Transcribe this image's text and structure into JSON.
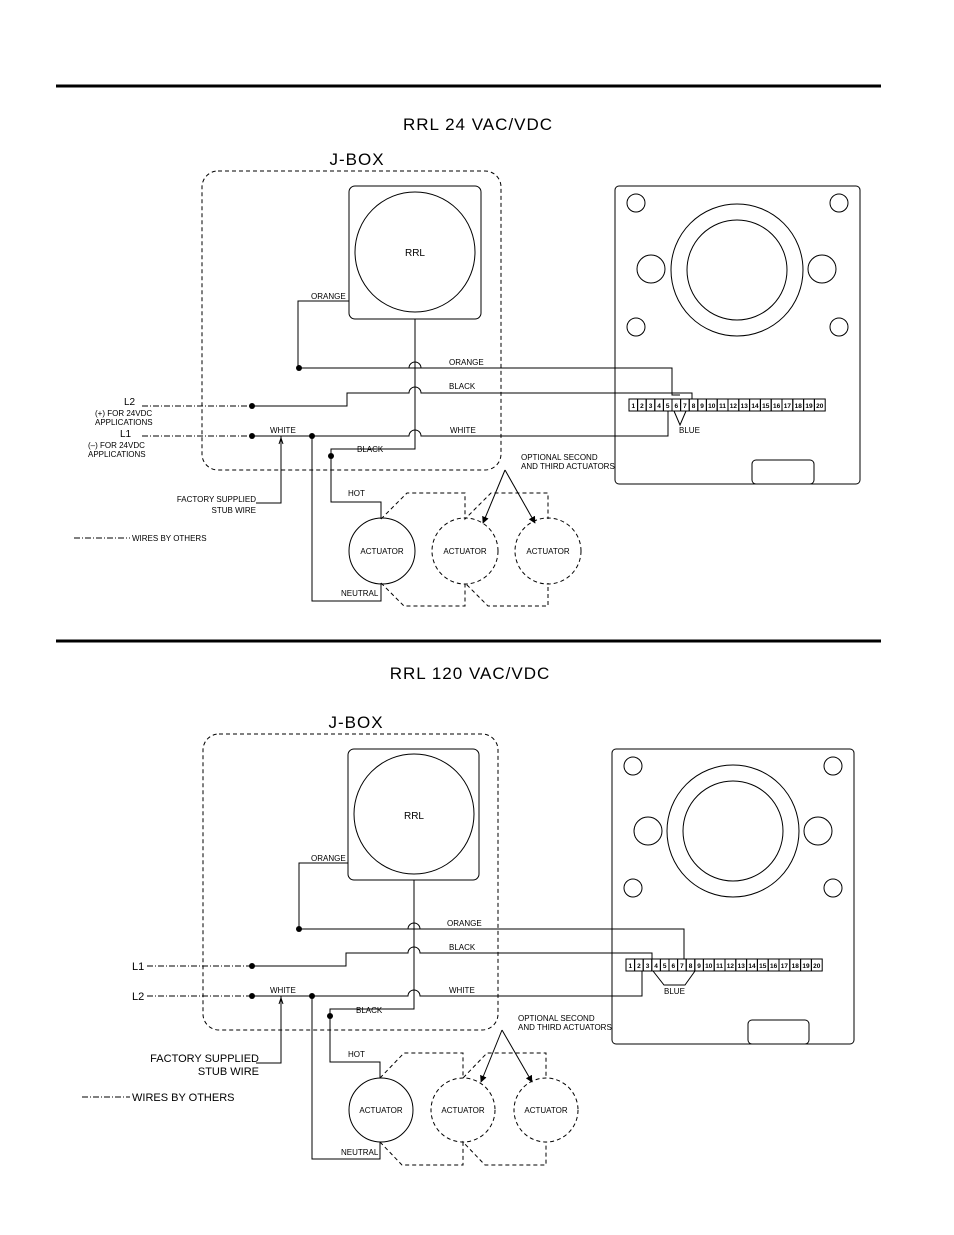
{
  "diagrams": [
    {
      "title": "RRL 24 VAC/VDC",
      "jbox_label": "J-BOX",
      "rrl_label": "RRL",
      "wires": {
        "orange_top": "ORANGE",
        "orange": "ORANGE",
        "black": "BLACK",
        "white_left": "WHITE",
        "white": "WHITE",
        "black_lower": "BLACK",
        "blue": "BLUE",
        "hot": "HOT",
        "neutral": "NEUTRAL"
      },
      "line_a": "L2",
      "line_a_note": [
        "(+) FOR 24VDC",
        "APPLICATIONS"
      ],
      "line_b": "L1",
      "line_b_note": [
        "(–) FOR 24VDC",
        "APPLICATIONS"
      ],
      "factory_note": [
        "FACTORY SUPPLIED",
        "STUB WIRE"
      ],
      "wires_by_others": "WIRES BY OTHERS",
      "optional_note": [
        "OPTIONAL SECOND",
        "AND THIRD ACTUATORS"
      ],
      "actuators": [
        "ACTUATOR",
        "ACTUATOR",
        "ACTUATOR"
      ],
      "terminals": [
        "1",
        "2",
        "3",
        "4",
        "5",
        "6",
        "7",
        "8",
        "9",
        "10",
        "11",
        "12",
        "13",
        "14",
        "15",
        "16",
        "17",
        "18",
        "19",
        "20"
      ]
    },
    {
      "title": "RRL 120 VAC/VDC",
      "jbox_label": "J-BOX",
      "rrl_label": "RRL",
      "wires": {
        "orange_top": "ORANGE",
        "orange": "ORANGE",
        "black": "BLACK",
        "white_left": "WHITE",
        "white": "WHITE",
        "black_lower": "BLACK",
        "blue": "BLUE",
        "hot": "HOT",
        "neutral": "NEUTRAL"
      },
      "line_a": "L1",
      "line_b": "L2",
      "factory_note": [
        "FACTORY SUPPLIED",
        "STUB WIRE"
      ],
      "wires_by_others": "WIRES BY OTHERS",
      "optional_note": [
        "OPTIONAL SECOND",
        "AND THIRD ACTUATORS"
      ],
      "actuators": [
        "ACTUATOR",
        "ACTUATOR",
        "ACTUATOR"
      ],
      "terminals": [
        "1",
        "2",
        "3",
        "4",
        "5",
        "6",
        "7",
        "8",
        "9",
        "10",
        "11",
        "12",
        "13",
        "14",
        "15",
        "16",
        "17",
        "18",
        "19",
        "20"
      ]
    }
  ]
}
